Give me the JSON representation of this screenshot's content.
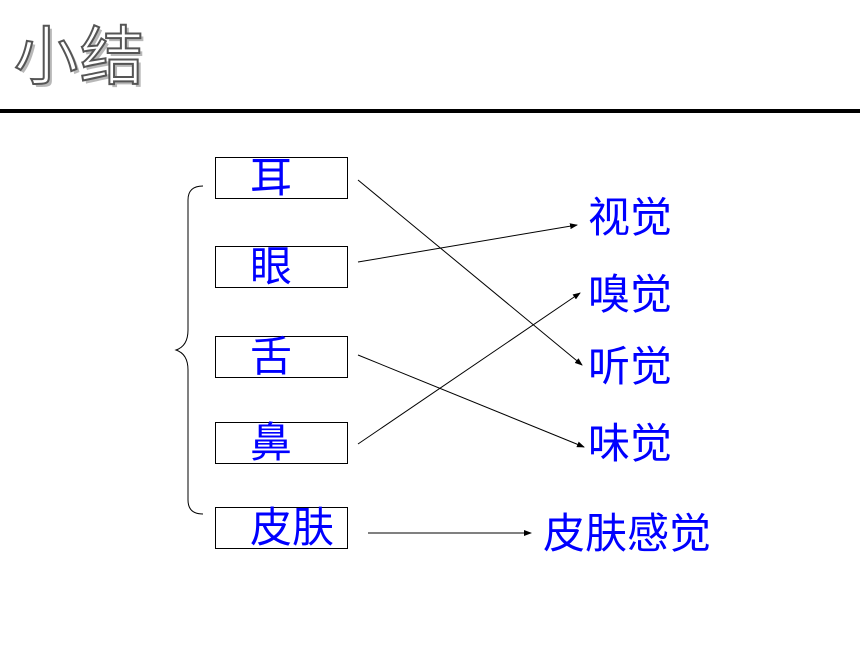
{
  "title": "小结",
  "organs": [
    "耳",
    "眼",
    "舌",
    "鼻",
    "皮肤"
  ],
  "senses": [
    "视觉",
    "嗅觉",
    "听觉",
    "味觉",
    "皮肤感觉"
  ],
  "colors": {
    "text": "#0000ff",
    "line": "#000000"
  },
  "connections": [
    {
      "from": "耳",
      "to": "听觉"
    },
    {
      "from": "眼",
      "to": "视觉"
    },
    {
      "from": "舌",
      "to": "味觉"
    },
    {
      "from": "鼻",
      "to": "嗅觉"
    },
    {
      "from": "皮肤",
      "to": "皮肤感觉"
    }
  ]
}
